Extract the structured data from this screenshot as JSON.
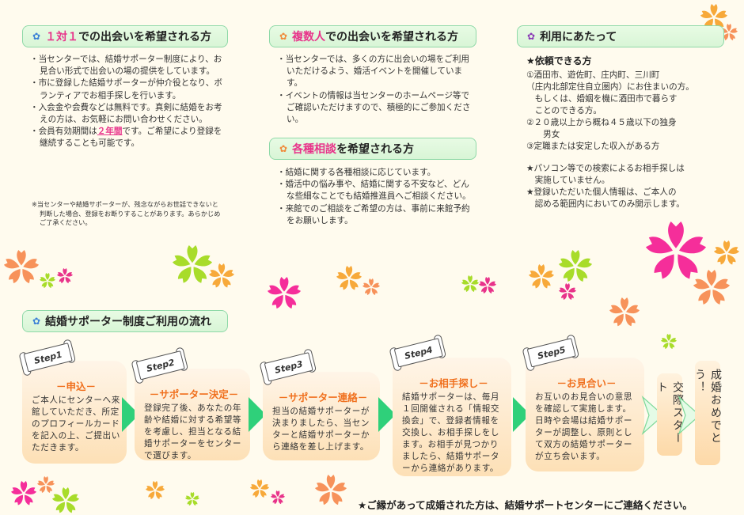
{
  "sections": {
    "one_on_one": {
      "icon": "flower-icon",
      "title_accent": "１対１",
      "title_rest": "での出会いを希望される方",
      "bullets": [
        "当センターでは、結婚サポーター制度により、お見合い形式で出会いの場の提供をしています。",
        "市に登録した結婚サポーターが仲介役となり、ボランティアでお相手探しを行います。",
        "入会金や会費などは無料です。真剣に結婚をお考えの方は、お気軽にお問い合わせください。"
      ],
      "membership_prefix": "会員有効期間は",
      "membership_period": "２年間",
      "membership_suffix": "です。ご希望により登録を継続することも可能です。",
      "note": "※当センターや結婚サポーターが、残念ながらお世話できないと判断した場合、登録をお断りすることがあります。あらかじめご了承ください。"
    },
    "group": {
      "title_accent": "複数人",
      "title_rest": "での出会いを希望される方",
      "bullets": [
        "当センターでは、多くの方に出会いの場をご利用いただけるよう、婚活イベントを開催しています。",
        "イベントの情報は当センターのホームページ等でご確認いただけますので、積極的にご参加ください。"
      ]
    },
    "consult": {
      "title_accent": "各種相談",
      "title_rest": "を希望される方",
      "bullets": [
        "結婚に関する各種相談に応じています。",
        "婚活中の悩み事や、結婚に関する不安など、どんな些細なことでも結婚推進員へご相談ください。",
        "来館でのご相談をご希望の方は、事前に来館予約をお願いします。"
      ]
    },
    "usage": {
      "title": "利用にあたって",
      "requirements_title": "★依頼できる方",
      "requirements": [
        "①酒田市、遊佐町、庄内町、三川町",
        "（庄内北部定住自立圏内）にお住まいの方。",
        "　もしくは、婚姻を機に酒田市で暮らす",
        "　ことのできる方。",
        "②２０歳以上から概ね４５歳以下の独身",
        "　　男女",
        "③定職または安定した収入がある方"
      ],
      "notes": [
        "★パソコン等での検索によるお相手探しは",
        "　実施していません。",
        "★登録いただいた個人情報は、ご本人の",
        "　認める範囲内においてのみ開示します。"
      ]
    },
    "flow": {
      "title": "結婚サポーター制度ご利用の流れ",
      "steps": [
        {
          "tag": "Step1",
          "title": "－申込－",
          "text": "ご本人にセンターへ来館していただき、所定のプロフィールカードを記入の上、ご提出いただきます。"
        },
        {
          "tag": "Step2",
          "title": "－サポーター決定－",
          "text": "登録完了後、あなたの年齢や結婚に対する希望等を考慮し、担当となる結婚サポーターをセンターで選びます。"
        },
        {
          "tag": "Step3",
          "title": "－サポーター連絡－",
          "text": "担当の結婚サポーターが決まりましたら、当センターと結婚サポーターから連絡を差し上げます。"
        },
        {
          "tag": "Step4",
          "title": "－お相手探し－",
          "text": "結婚サポーターは、毎月１回開催される「情報交換会」で、登録者情報を交換し、お相手探しをします。お相手が見つかりましたら、結婚サポーターから連絡があります。"
        },
        {
          "tag": "Step5",
          "title": "－お見合い－",
          "text": "お互いのお見合いの意思を確認して実施します。日時や会場は結婚サポーターが調整し、原則として双方の結婚サポーターが立ち会います。"
        }
      ],
      "dating_start": "交際スタート",
      "congrats": "成婚おめでとう！"
    }
  },
  "footer": "★ご縁があって成婚された方は、結婚サポートセンターにご連絡ください。",
  "colors": {
    "background": "#fffbee",
    "accent_pink": "#e8338a",
    "step_title_orange": "#f0701e",
    "arrow_green": "#2fd07a",
    "heading_border": "#8fd9a8"
  }
}
